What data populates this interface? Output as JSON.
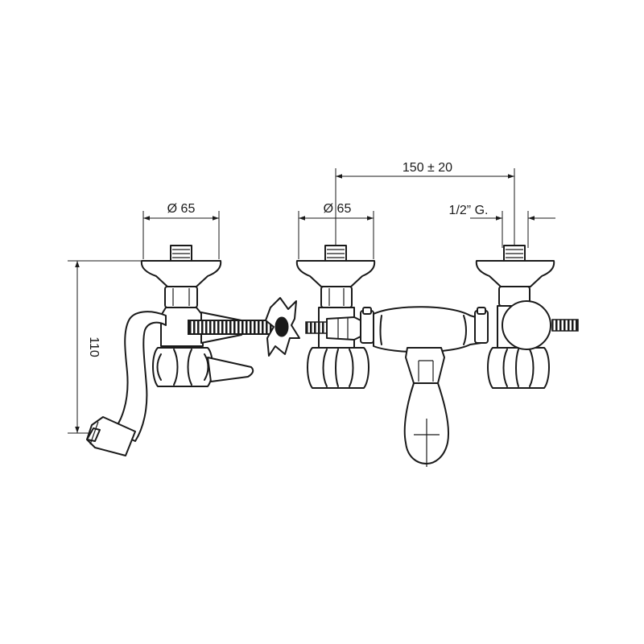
{
  "dimensions": {
    "left_diameter": "Ø 65",
    "middle_diameter": "Ø 65",
    "spacing": "150 ± 20",
    "thread": "1/2” G.",
    "height": "110"
  },
  "colors": {
    "line": "#1a1a1a",
    "background": "#ffffff"
  }
}
